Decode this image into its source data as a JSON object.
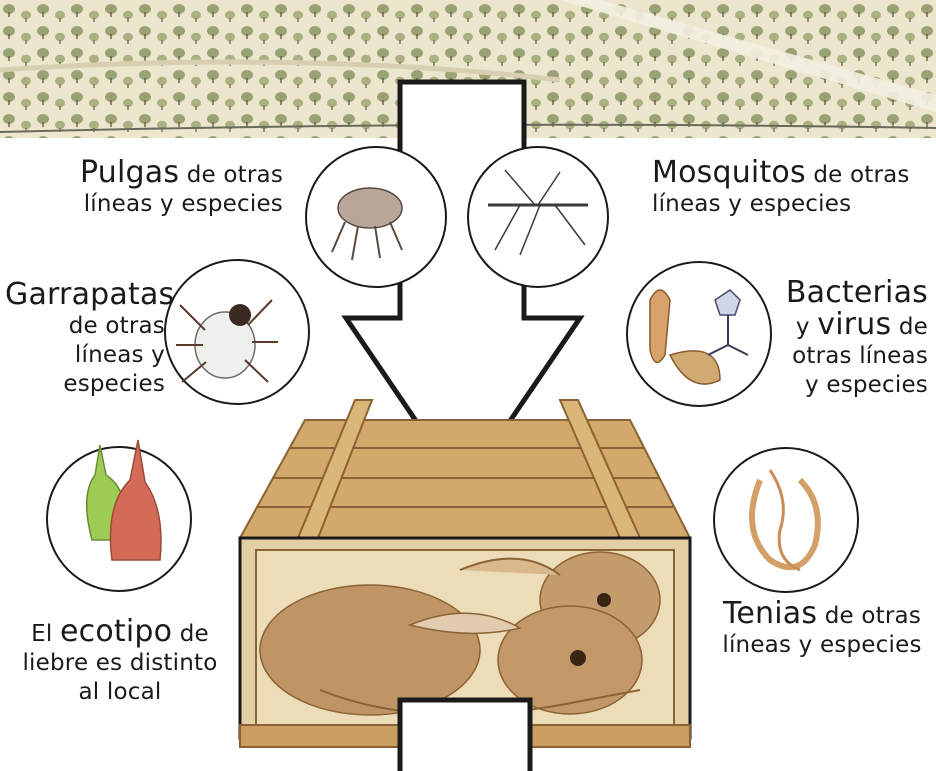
{
  "labels": {
    "fleas": {
      "highlight": "Pulgas",
      "line1": " de otras",
      "line2": "líneas y especies"
    },
    "mosquitoes": {
      "highlight": "Mosquitos",
      "line1": " de otras",
      "line2": "líneas y especies"
    },
    "ticks": {
      "highlight": "Garrapatas",
      "line1": "de otras",
      "line2": "líneas y",
      "line3": "especies"
    },
    "bacteria": {
      "highlight1": "Bacterias",
      "pre2": "y ",
      "highlight2": "virus",
      "post2": " de",
      "line3": "otras líneas",
      "line4": "y especies"
    },
    "ecotype": {
      "pre1": "El ",
      "highlight": "ecotipo",
      "post1": " de",
      "line2": "liebre es distinto",
      "line3": "al local"
    },
    "tapeworms": {
      "highlight": "Tenias",
      "line1": " de otras",
      "line2": "líneas y especies"
    }
  },
  "colors": {
    "ground": "#e9e3cc",
    "tree": "#7d8a57",
    "arrow_fill": "#ffffff",
    "arrow_stroke": "#1a1a1a",
    "crate_wood": "#c79a5c",
    "crate_dark": "#8a6234",
    "hare_fur": "#b88e5f",
    "hare_green": "#9ccc53",
    "hare_red": "#d36b57"
  },
  "icons": [
    "flea-icon",
    "mosquito-icon",
    "tick-icon",
    "bacteria-virus-icon",
    "hares-ecotype-icon",
    "tapeworm-icon",
    "wooden-crate-icon",
    "caged-hares-icon"
  ]
}
